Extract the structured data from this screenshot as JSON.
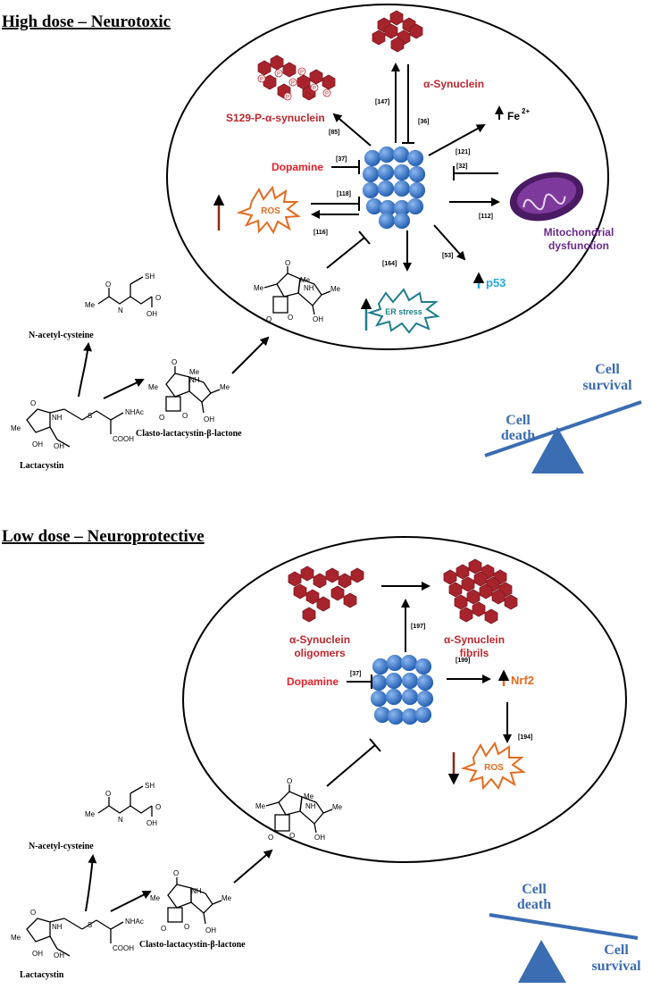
{
  "panels": {
    "high": {
      "title": "High dose – Neurotoxic",
      "labels": {
        "s129": "S129-P-α-synuclein",
        "syn": "α-Synuclein",
        "fe": "Fe",
        "fe_sup": "2+",
        "dopamine": "Dopamine",
        "ros": "ROS",
        "mito1": "Mitochondrial",
        "mito2": "dysfunction",
        "p53": "p53",
        "er": "ER stress",
        "p_mark": "P"
      },
      "refs": {
        "r85": "[85]",
        "r147": "[147]",
        "r36": "[36]",
        "r121": "[121]",
        "r37": "[37]",
        "r118": "[118]",
        "r116": "[116]",
        "r32": "[32]",
        "r112": "[112]",
        "r164": "[164]",
        "r53": "[53]"
      },
      "balance": {
        "left": "Cell death",
        "left_l1": "Cell",
        "left_l2": "death",
        "right_l1": "Cell",
        "right_l2": "survival"
      }
    },
    "low": {
      "title": "Low dose – Neuroprotective",
      "labels": {
        "olig1": "α-Synuclein",
        "olig2": "oligomers",
        "fib1": "α-Synuclein",
        "fib2": "fibrils",
        "dopamine": "Dopamine",
        "nrf2": "Nrf2",
        "ros": "ROS"
      },
      "refs": {
        "r197": "[197]",
        "r37": "[37]",
        "r199": "[199]",
        "r194": "[194]"
      },
      "balance": {
        "left_l1": "Cell",
        "left_l2": "death",
        "right_l1": "Cell",
        "right_l2": "survival"
      }
    }
  },
  "chemistry": {
    "nac": "N-acetyl-cysteine",
    "lactacystin": "Lactacystin",
    "clasto": "Clasto-lactacystin-β-lactone",
    "atoms": {
      "sh": "SH",
      "o": "O",
      "oh": "OH",
      "n": "N",
      "h": "H",
      "nh": "NH",
      "me": "Me",
      "s": "S",
      "nhac": "NHAc",
      "cooh": "COOH"
    }
  },
  "colors": {
    "syn_red": "#c0272d",
    "dopamine_red": "#e8202a",
    "ros_orange": "#e56b1f",
    "mito_purple": "#6a2a8c",
    "p53_blue": "#29a8e0",
    "er_teal": "#1f7f8f",
    "balance_blue": "#3b6db3",
    "nrf2_orange": "#e56b1f",
    "proteasome": "#2f6fc4"
  }
}
